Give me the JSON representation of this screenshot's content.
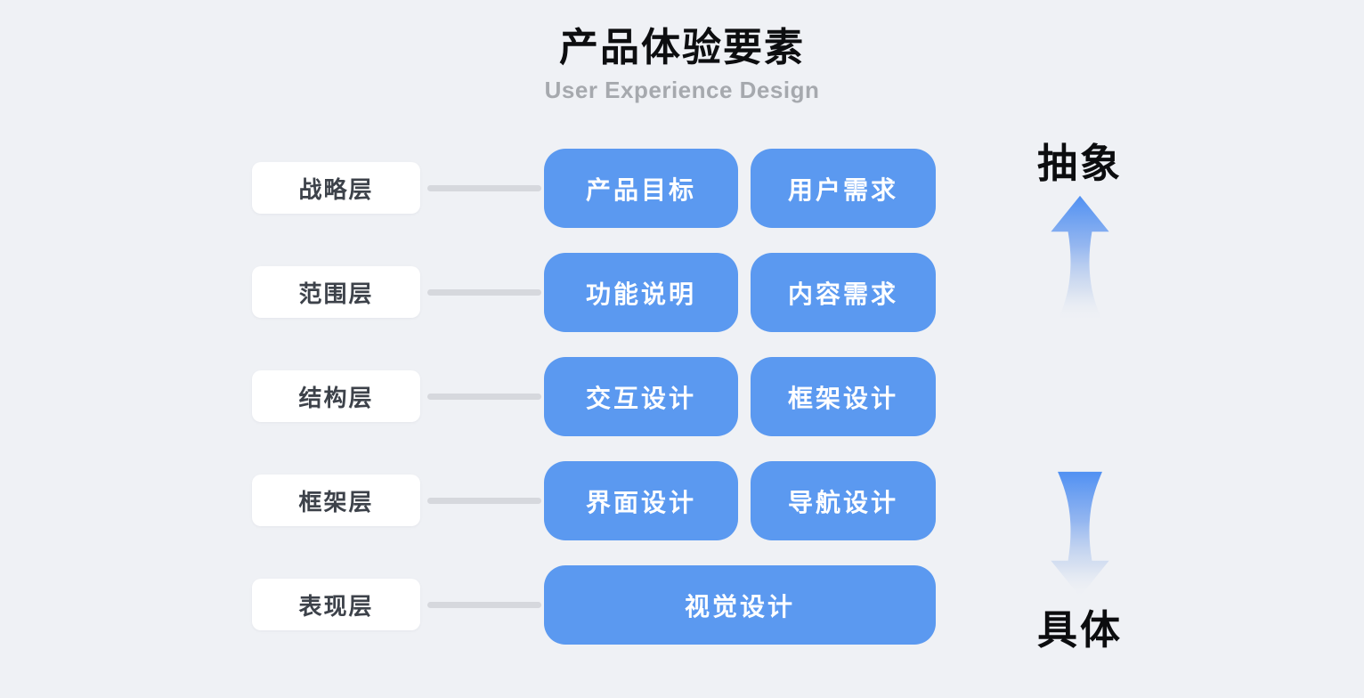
{
  "header": {
    "title": "产品体验要素",
    "subtitle": "User Experience Design"
  },
  "rows": [
    {
      "label": "战略层",
      "boxes": [
        "产品目标",
        "用户需求"
      ]
    },
    {
      "label": "范围层",
      "boxes": [
        "功能说明",
        "内容需求"
      ]
    },
    {
      "label": "结构层",
      "boxes": [
        "交互设计",
        "框架设计"
      ]
    },
    {
      "label": "框架层",
      "boxes": [
        "界面设计",
        "导航设计"
      ]
    },
    {
      "label": "表现层",
      "boxes": [
        "视觉设计"
      ]
    }
  ],
  "axis": {
    "abstract_label": "抽象",
    "concrete_label": "具体"
  },
  "colors": {
    "background": "#EFF1F5",
    "box_blue": "#5B99F0",
    "arrow_blue": "#4E8FF2",
    "connector_gray": "#D6D8DD",
    "card_white": "#FFFFFF",
    "title_black": "#0D0E10",
    "subtitle_gray": "#A6A9AE",
    "card_text": "#3D424A"
  }
}
